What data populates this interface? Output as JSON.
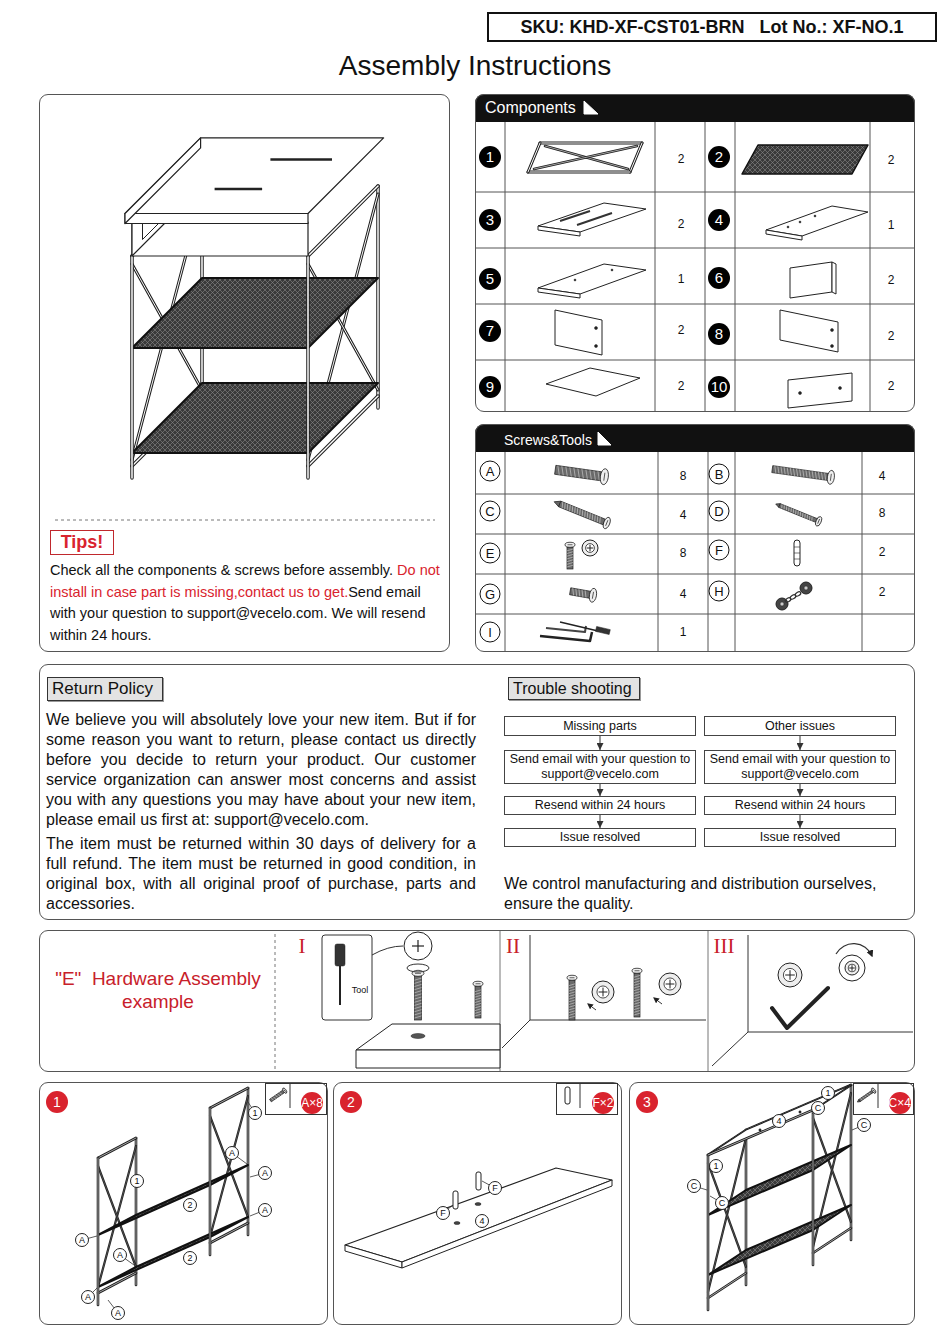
{
  "diagram": {
    "title": "Assembly Instructions",
    "nodes": [
      {
        "text": [
          "SKU: KHD-XF-CST01-BRN   Lot No.: XF-NO.1"
        ]
      },
      {
        "text": [
          "Check all the components & screws before assembly.",
          "Do not install in case part is missing,contact us to get.",
          "Send email with your question to support@vecelo.com. We will resend within 24 hours."
        ]
      },
      {
        "text": [
          "Tips!"
        ],
        "in": 1
      },
      {
        "text": [
          "Components"
        ]
      },
      {
        "text": [
          "Screws&Tools"
        ]
      },
      {
        "text": [
          "We believe you will absolutely love your new item. But if for some reason you want to return, please contact us directly before you decide to return your product. Our customer service organization can answer most concerns and assist you with any questions you may have about your new item, please email us first at: support@vecelo.com.",
          "The item must be returned within 30 days of delivery for a full refund. The item must be returned in good condition, in original box, with all original proof of purchase, parts and accessories.",
          "We control manufacturing and distribution ourselves, ensure the quality."
        ]
      },
      {
        "text": [
          "Return Policy"
        ],
        "in": 5
      },
      {
        "text": [
          "Trouble shooting"
        ],
        "in": 5
      },
      {
        "text": [
          "Missing parts"
        ],
        "in": 5
      },
      {
        "text": [
          "Send email with your question to support@vecelo.com"
        ],
        "in": 5
      },
      {
        "text": [
          "Resend within 24 hours"
        ],
        "in": 5
      },
      {
        "text": [
          "Issue resolved"
        ],
        "in": 5
      },
      {
        "text": [
          "Other issues"
        ],
        "in": 5
      },
      {
        "text": [
          "Send email with your question to support@vecelo.com"
        ],
        "in": 5
      },
      {
        "text": [
          "Resend within 24 hours"
        ],
        "in": 5
      },
      {
        "text": [
          "Issue resolved"
        ],
        "in": 5
      },
      {
        "text": [
          "\"E\"  Hardware Assembly example"
        ]
      },
      {
        "text": [
          "1"
        ]
      },
      {
        "text": [
          "A×8"
        ],
        "in": 17
      },
      {
        "text": [
          "2"
        ]
      },
      {
        "text": [
          "F×2"
        ],
        "in": 19
      },
      {
        "text": [
          "3"
        ]
      },
      {
        "text": [
          "C×4"
        ],
        "in": 21
      }
    ],
    "edges": [
      {
        "from": 8,
        "to": 9,
        "arrow": "to"
      },
      {
        "from": 9,
        "to": 10,
        "arrow": "to"
      },
      {
        "from": 10,
        "to": 11,
        "arrow": "to"
      },
      {
        "from": 12,
        "to": 13,
        "arrow": "to"
      },
      {
        "from": 13,
        "to": 14,
        "arrow": "to"
      },
      {
        "from": 14,
        "to": 15,
        "arrow": "to"
      }
    ],
    "labels": [
      "1",
      "2",
      "2",
      "2",
      "3",
      "2",
      "4",
      "1",
      "5",
      "1",
      "6",
      "2",
      "7",
      "2",
      "8",
      "2",
      "9",
      "2",
      "10",
      "2",
      "A",
      "8",
      "B",
      "4",
      "C",
      "4",
      "D",
      "8",
      "E",
      "8",
      "F",
      "2",
      "G",
      "4",
      "H",
      "2",
      "I",
      "1",
      "I",
      "Tool",
      "II",
      "III",
      "1",
      "A",
      "A",
      "1",
      "2",
      "A",
      "A",
      "A",
      "2",
      "A",
      "A",
      "F",
      "F",
      "4",
      "1",
      "C",
      "C",
      "4",
      "1",
      "C",
      "C"
    ]
  }
}
